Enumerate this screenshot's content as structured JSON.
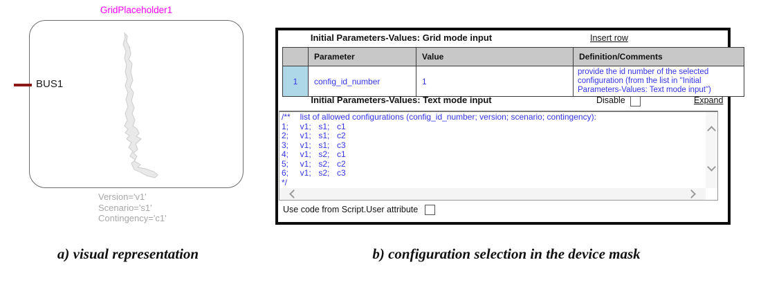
{
  "left_panel": {
    "title": "GridPlaceholder1",
    "bus_label": "BUS1",
    "attributes": [
      "Version='v1'",
      "Scenario='s1'",
      "Contingency='c1'"
    ],
    "caption": "a) visual representation"
  },
  "dialog": {
    "grid_section": {
      "title": "Initial Parameters-Values: Grid mode input",
      "insert_row_label": "Insert row",
      "table": {
        "headers": {
          "num": "",
          "parameter": "Parameter",
          "value": "Value",
          "definition": "Definition/Comments"
        },
        "rows": [
          {
            "num": "1",
            "parameter": "config_id_number",
            "value": "1",
            "definition": "provide the id number of the selected configuration (from the list in \"Initial Parameters-Values: Text mode input\")"
          }
        ]
      }
    },
    "text_section": {
      "title": "Initial Parameters-Values: Text mode input",
      "disable_label": "Disable",
      "expand_label": "Expand",
      "code_lines": [
        "/**\tlist of allowed configurations (config_id_number; version; scenario; contingency):",
        "1;\tv1;\ts1;\tc1",
        "2;\tv1;\ts1;\tc2",
        "3;\tv1;\ts1;\tc3",
        "4;\tv1;\ts2;\tc1",
        "5;\tv1;\ts2;\tc2",
        "6;\tv1;\ts2;\tc3",
        "*/"
      ],
      "use_code_label": "Use code from Script.User attribute"
    },
    "caption": "b) configuration selection in the device mask"
  },
  "colors": {
    "placeholder_name": "#ff00ff",
    "bus_connector": "#8b1717",
    "entry_text_blue": "#3434e6",
    "row_number_bg": "#aed8e8",
    "table_header_bg": "#c8c8c8",
    "attribute_text_gray": "#a8a8a8",
    "map_fill": "#e9e9e9",
    "map_stroke": "#d2d2d2"
  }
}
